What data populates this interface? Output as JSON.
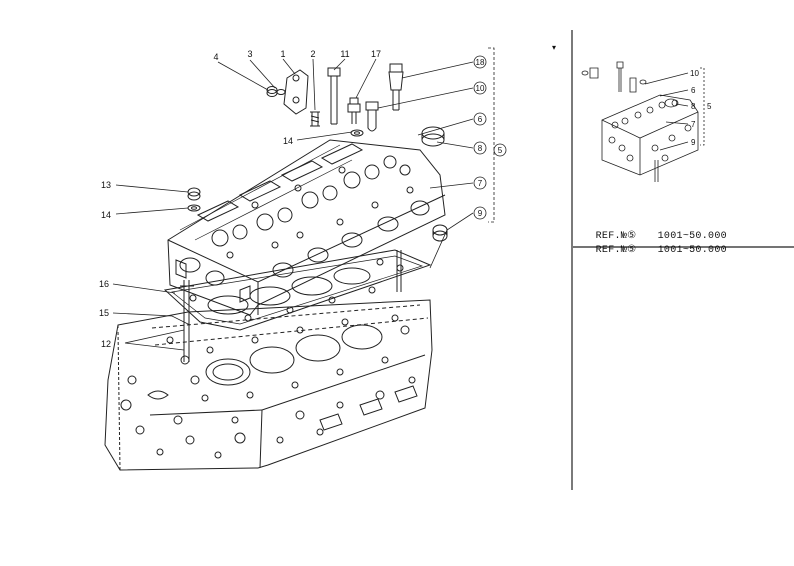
{
  "main_callouts": [
    {
      "num": "1"
    },
    {
      "num": "2"
    },
    {
      "num": "3"
    },
    {
      "num": "4"
    },
    {
      "num": "11"
    },
    {
      "num": "17"
    },
    {
      "num": "14"
    },
    {
      "num": "13"
    },
    {
      "num": "14"
    },
    {
      "num": "16"
    },
    {
      "num": "15"
    },
    {
      "num": "12"
    },
    {
      "num": "18"
    },
    {
      "num": "10"
    },
    {
      "num": "6"
    },
    {
      "num": "8"
    },
    {
      "num": "5"
    },
    {
      "num": "7"
    },
    {
      "num": "9"
    }
  ],
  "inset_callouts": [
    {
      "num": "10"
    },
    {
      "num": "6"
    },
    {
      "num": "8"
    },
    {
      "num": "5"
    },
    {
      "num": "7"
    },
    {
      "num": "9"
    }
  ],
  "reference": [
    {
      "label": "REF.№⑤",
      "value": "1001~50.000"
    },
    {
      "label": "REF.№⑤",
      "value": "1001~50.000"
    }
  ],
  "marks": {
    "corner_tick": "▾"
  }
}
